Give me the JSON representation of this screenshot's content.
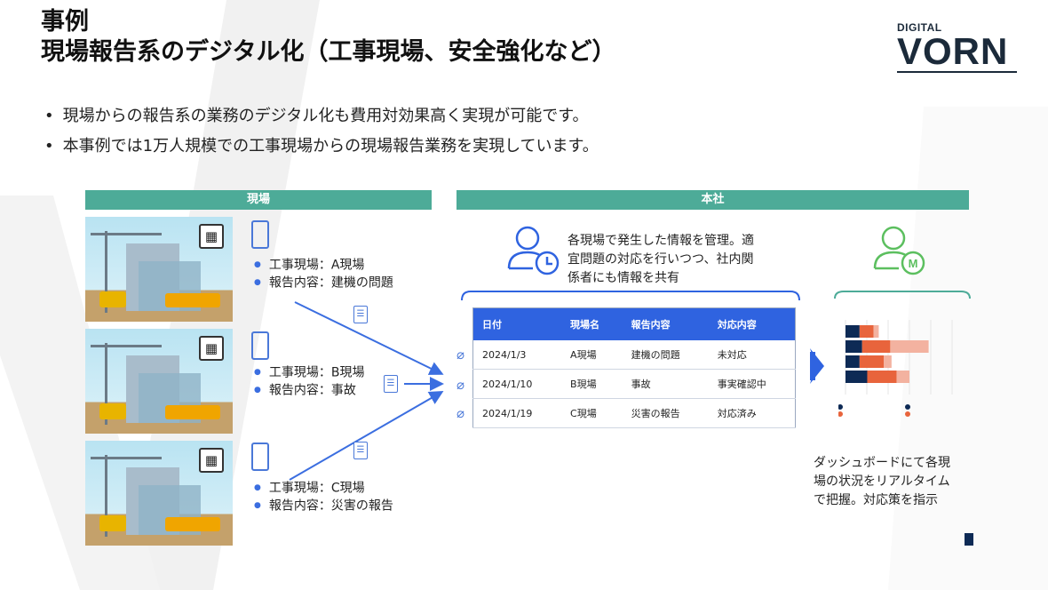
{
  "title": {
    "line1": "事例",
    "line2": "現場報告系のデジタル化（工事現場、安全強化など）"
  },
  "logo": {
    "small": "DIGITAL",
    "big": "VORN"
  },
  "bullets": [
    "現場からの報告系の業務のデジタル化も費用対効果高く実現が可能です。",
    "本事例では1万人規模での工事現場からの現場報告業務を実現しています。"
  ],
  "sections": {
    "field": "現場",
    "hq": "本社"
  },
  "sites": [
    {
      "site": "工事現場：A現場",
      "report": "報告内容：建機の問題"
    },
    {
      "site": "工事現場：B現場",
      "report": "報告内容：事故"
    },
    {
      "site": "工事現場：C現場",
      "report": "報告内容：災害の報告"
    }
  ],
  "hq_description": "各現場で発生した情報を管理。適宜問題の対応を行いつつ、社内関係者にも情報を共有",
  "hq_desc_lines": [
    "各現場で発生した情報を管理。適",
    "宜問題の対応を行いつつ、社内関",
    "係者にも情報を共有"
  ],
  "table": {
    "headers": [
      "日付",
      "現場名",
      "報告内容",
      "対応内容"
    ],
    "rows": [
      [
        "2024/1/3",
        "A現場",
        "建機の問題",
        "未対応"
      ],
      [
        "2024/1/10",
        "B現場",
        "事故",
        "事実確認中"
      ],
      [
        "2024/1/19",
        "C現場",
        "災害の報告",
        "対応済み"
      ]
    ]
  },
  "dashboard_desc_lines": [
    "ダッシュボードにて各現",
    "場の状況をリアルタイム",
    "で把握。対応策を指示"
  ],
  "colors": {
    "teal": "#4dab98",
    "blue": "#2f63e0",
    "green": "#5cbf5f",
    "navy": "#0d2a55",
    "orange": "#e8643c",
    "salmon": "#f3b2a0"
  },
  "dashboard_bars": [
    {
      "navy": 0.22,
      "orange": 0.22,
      "salmon": 0.08
    },
    {
      "navy": 0.26,
      "orange": 0.44,
      "salmon": 0.6
    },
    {
      "navy": 0.22,
      "orange": 0.38,
      "salmon": 0.12
    },
    {
      "navy": 0.34,
      "orange": 0.46,
      "salmon": 0.2
    }
  ]
}
